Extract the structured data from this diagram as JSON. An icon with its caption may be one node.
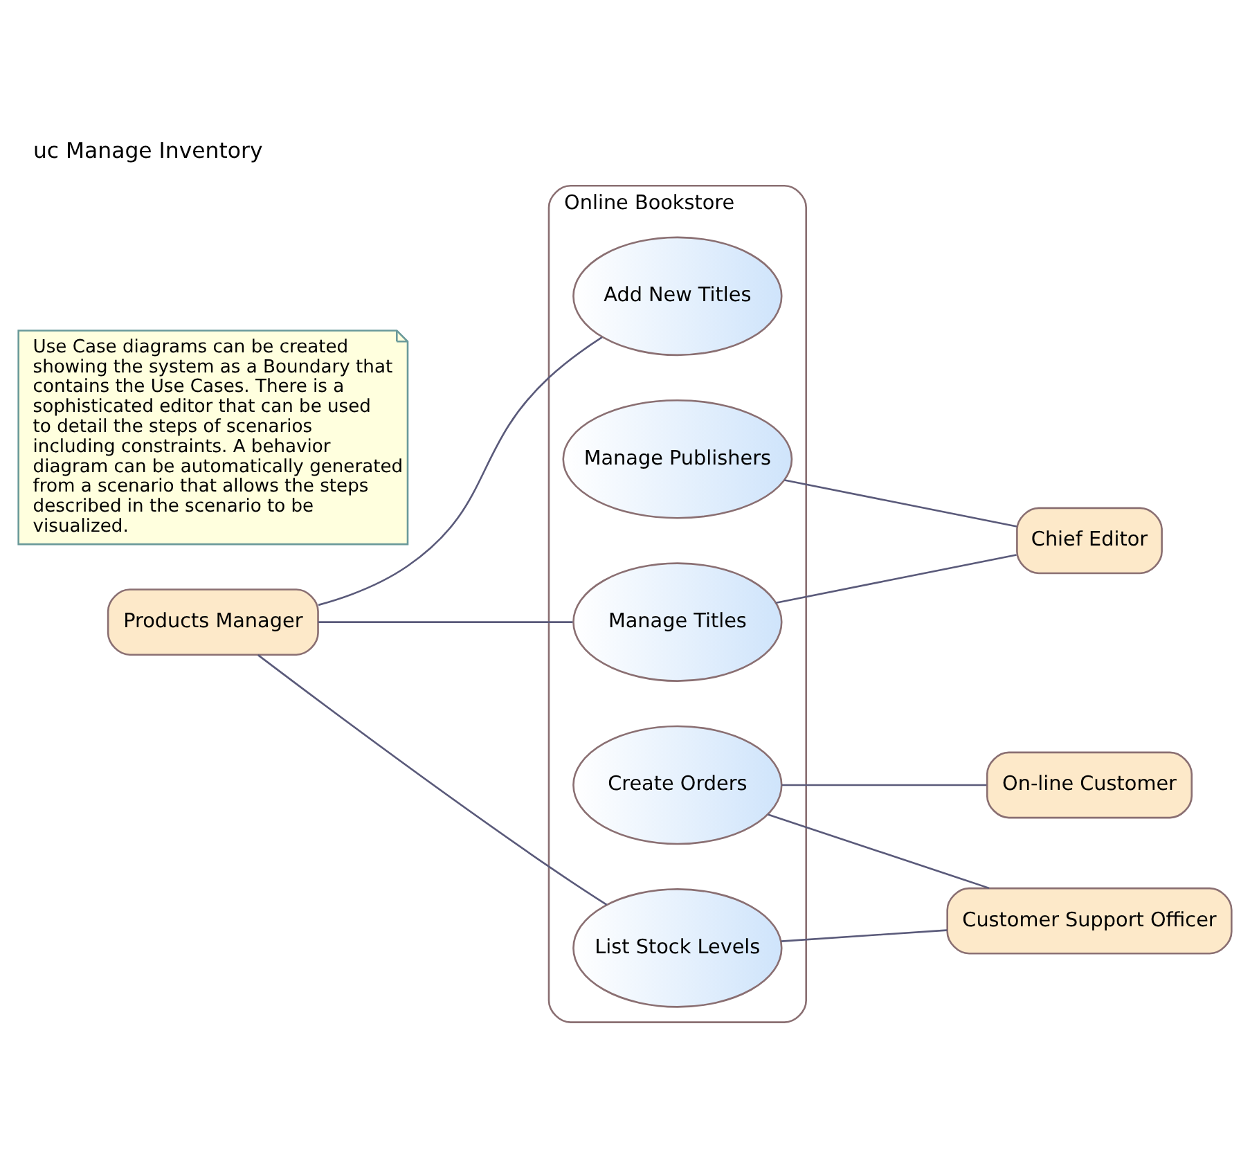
{
  "diagram": {
    "title": "uc Manage Inventory",
    "nodes": [
      {
        "text": [
          "Online Bookstore"
        ]
      },
      {
        "text": [
          "Add New Titles"
        ],
        "in": 0
      },
      {
        "text": [
          "Manage Publishers"
        ],
        "in": 0
      },
      {
        "text": [
          "Manage Titles"
        ],
        "in": 0
      },
      {
        "text": [
          "Create Orders"
        ],
        "in": 0
      },
      {
        "text": [
          "List Stock Levels"
        ],
        "in": 0
      },
      {
        "text": [
          "Products Manager"
        ]
      },
      {
        "text": [
          "Chief Editor"
        ]
      },
      {
        "text": [
          "On-line Customer"
        ]
      },
      {
        "text": [
          "Customer Support Officer"
        ]
      },
      {
        "text": [
          "Use Case diagrams can be created showing the system as a Boundary that contains the Use Cases. There is a sophisticated editor that can be used to detail the steps of scenarios including constraints. A behavior diagram can be automatically generated from a scenario that allows the steps described in the scenario to be visualized."
        ]
      }
    ],
    "edges": [
      {
        "from": 6,
        "to": 1,
        "arrow": "none"
      },
      {
        "from": 6,
        "to": 3,
        "arrow": "none"
      },
      {
        "from": 6,
        "to": 5,
        "arrow": "none"
      },
      {
        "from": 2,
        "to": 7,
        "arrow": "none"
      },
      {
        "from": 3,
        "to": 7,
        "arrow": "none"
      },
      {
        "from": 4,
        "to": 8,
        "arrow": "none"
      },
      {
        "from": 4,
        "to": 9,
        "arrow": "none"
      },
      {
        "from": 5,
        "to": 9,
        "arrow": "none"
      }
    ]
  }
}
